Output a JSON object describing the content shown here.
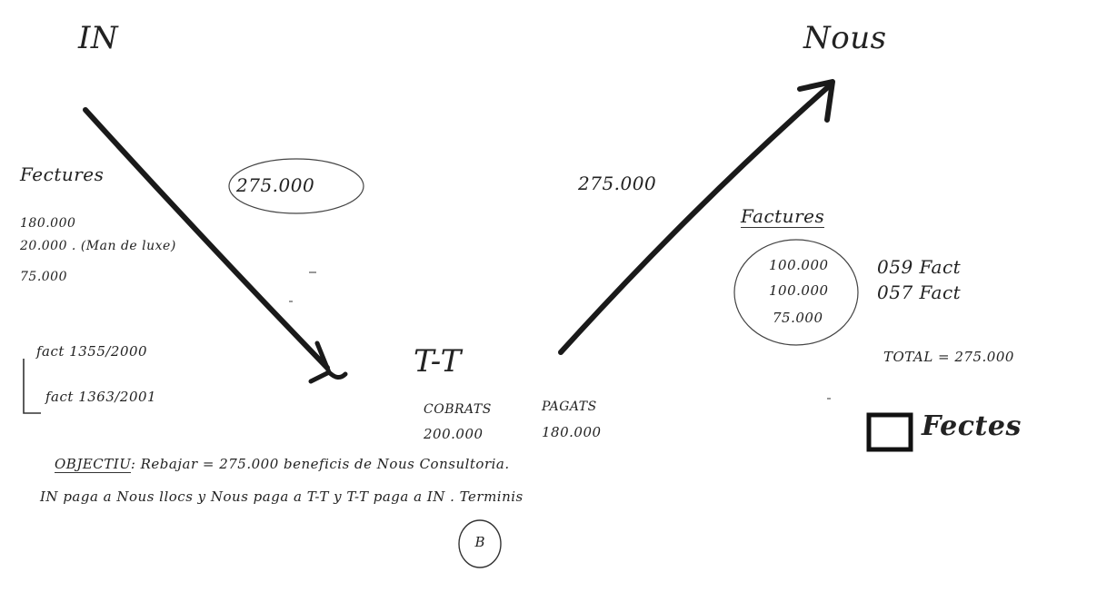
{
  "left_party": {
    "title": "IN",
    "facturas_label": "Fectures",
    "amounts": [
      "180.000",
      "20.000 . (Man de luxe)",
      "75.000"
    ],
    "fact_lines": [
      "fact 1355/2000",
      "fact 1363/2001"
    ]
  },
  "right_party": {
    "title": "Nous",
    "facturas_label": "Factures",
    "circled_amounts": [
      "100.000",
      "100.000",
      "75.000"
    ],
    "invoice_refs": [
      "059 Fact",
      "057 Fact"
    ],
    "total": "TOTAL = 275.000"
  },
  "center_party": {
    "title": "T-T",
    "col1_label": "COBRATS",
    "col2_label": "PAGATS",
    "col1_value": "200.000",
    "col2_value": "180.000"
  },
  "flows": {
    "left_amount": "275.000",
    "right_amount": "275.000"
  },
  "objective": {
    "label": "OBJECTIU",
    "line1": ": Rebajar = 275.000 beneficis de Nous Consultoria.",
    "line2": "IN paga a Nous llocs y Nous paga a T-T y T-T paga a IN . Terminis"
  },
  "footer": {
    "circled_letter": "B",
    "box_label": "Fectes"
  },
  "colors": {
    "ink": "#1d1d1d",
    "arrow": "#1a1a1a"
  }
}
